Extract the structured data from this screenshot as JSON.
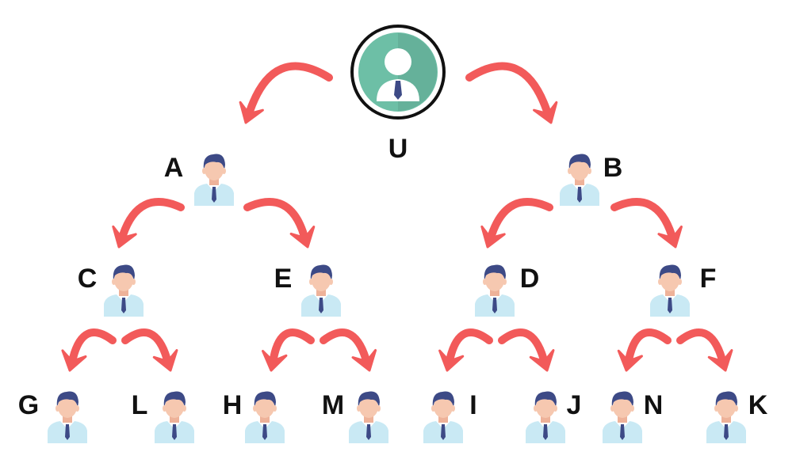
{
  "diagram": {
    "root": {
      "id": "U",
      "label": "U",
      "icon": "user-avatar-icon"
    },
    "nodes": [
      {
        "id": "A",
        "label": "A",
        "parent": "U",
        "level": 1,
        "icon": "person-icon"
      },
      {
        "id": "B",
        "label": "B",
        "parent": "U",
        "level": 1,
        "icon": "person-icon"
      },
      {
        "id": "C",
        "label": "C",
        "parent": "A",
        "level": 2,
        "icon": "person-icon"
      },
      {
        "id": "E",
        "label": "E",
        "parent": "A",
        "level": 2,
        "icon": "person-icon"
      },
      {
        "id": "D",
        "label": "D",
        "parent": "B",
        "level": 2,
        "icon": "person-icon"
      },
      {
        "id": "F",
        "label": "F",
        "parent": "B",
        "level": 2,
        "icon": "person-icon"
      },
      {
        "id": "G",
        "label": "G",
        "parent": "C",
        "level": 3,
        "icon": "person-icon"
      },
      {
        "id": "L",
        "label": "L",
        "parent": "C",
        "level": 3,
        "icon": "person-icon"
      },
      {
        "id": "H",
        "label": "H",
        "parent": "E",
        "level": 3,
        "icon": "person-icon"
      },
      {
        "id": "M",
        "label": "M",
        "parent": "E",
        "level": 3,
        "icon": "person-icon"
      },
      {
        "id": "I",
        "label": "I",
        "parent": "D",
        "level": 3,
        "icon": "person-icon"
      },
      {
        "id": "J",
        "label": "J",
        "parent": "D",
        "level": 3,
        "icon": "person-icon"
      },
      {
        "id": "N",
        "label": "N",
        "parent": "F",
        "level": 3,
        "icon": "person-icon"
      },
      {
        "id": "K",
        "label": "K",
        "parent": "F",
        "level": 3,
        "icon": "person-icon"
      }
    ]
  },
  "colors": {
    "arrow": "#f25a5a",
    "label": "#111111",
    "root_circle": "#6dbfa6",
    "hair": "#3d4a86",
    "skin": "#f6c8b0",
    "shirt": "#c9e9f4",
    "tie": "#3d4a86"
  }
}
